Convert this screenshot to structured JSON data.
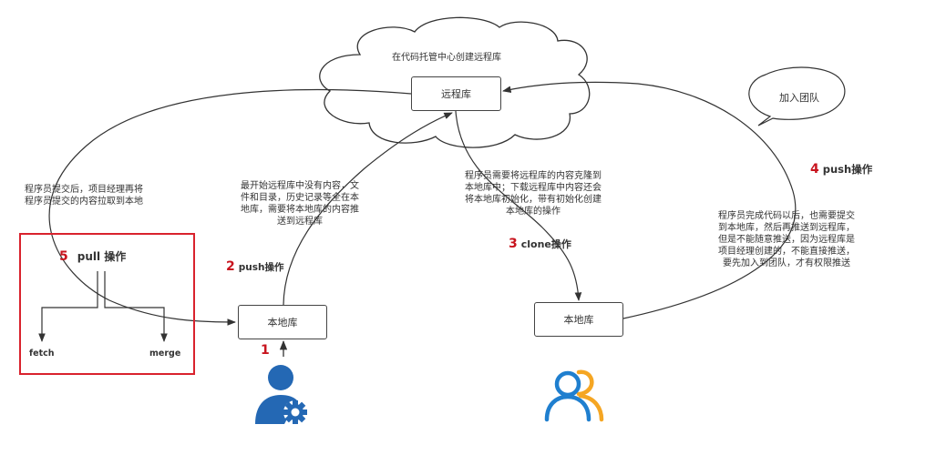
{
  "cloud": {
    "caption": "在代码托管中心创建远程库",
    "remote_repo_label": "远程库"
  },
  "local_repos": [
    {
      "label": "本地库"
    },
    {
      "label": "本地库"
    }
  ],
  "callout": {
    "label": "加入团队"
  },
  "notes": {
    "pull_note": [
      "程序员提交后，项目经理再将",
      "程序员提交的内容拉取到本地"
    ],
    "push_initial_note": [
      "最开始远程库中没有内容，文",
      "件和目录，历史记录等全在本",
      "地库，需要将本地库的内容推",
      "送到远程库"
    ],
    "clone_note": [
      "程序员需要将远程库的内容克隆到",
      "本地库中；下载远程库中内容还会",
      "将本地库初始化，带有初始化创建",
      "本地库的操作"
    ],
    "team_push_note": [
      "程序员完成代码以后，也需要提交",
      "到本地库，然后再推送到远程库，",
      "但是不能随意推送，因为远程库是",
      "项目经理创建的，不能直接推送，",
      "要先加入到团队，才有权限推送"
    ]
  },
  "steps": [
    {
      "num": "1",
      "label": ""
    },
    {
      "num": "2",
      "label": "push操作"
    },
    {
      "num": "3",
      "label": "clone操作"
    },
    {
      "num": "4",
      "label": "push操作"
    },
    {
      "num": "5",
      "label": "pull 操作"
    }
  ],
  "pull_branches": {
    "left": "fetch",
    "right": "merge"
  },
  "icons": {
    "manager": "user-gear-icon",
    "team": "users-icon"
  },
  "colors": {
    "accent_red": "#c8141e",
    "frame_red": "#d9222d",
    "manager_blue": "#2468b4",
    "team_blue": "#1f7fcf",
    "team_orange": "#f5a623",
    "line": "#333333"
  }
}
